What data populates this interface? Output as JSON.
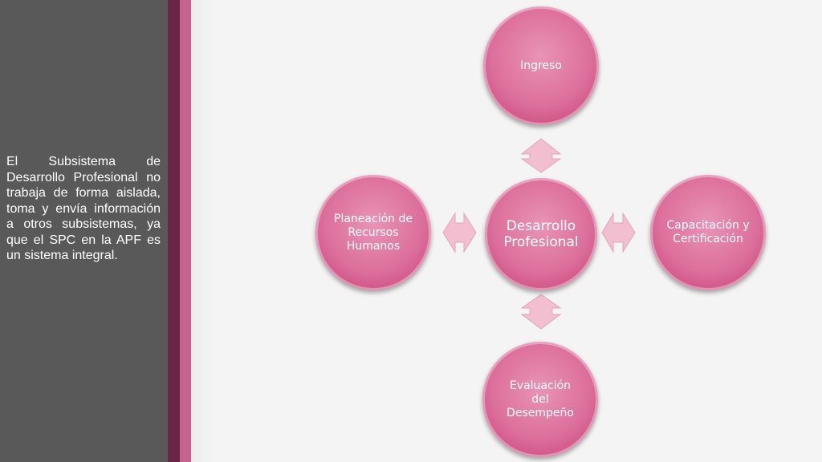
{
  "body_text": "El Subsistema de Desarrollo Profesional no trabaja de forma aislada, toma y envía información a otros subsistemas, ya que el SPC en la APF es un sistema integral.",
  "diagram": {
    "center": "Desarrollo Profesional",
    "top": "Ingreso",
    "right": "Capacitación y Certificación",
    "bottom": "Evaluación del Desempeño",
    "left": "Planeación de Recursos Humanos"
  },
  "colors": {
    "panel": "#595959",
    "stripe_dark": "#6b2547",
    "stripe_pink": "#c5628d",
    "circle": "#dc6f9b",
    "arrow": "#f1bfd0"
  }
}
